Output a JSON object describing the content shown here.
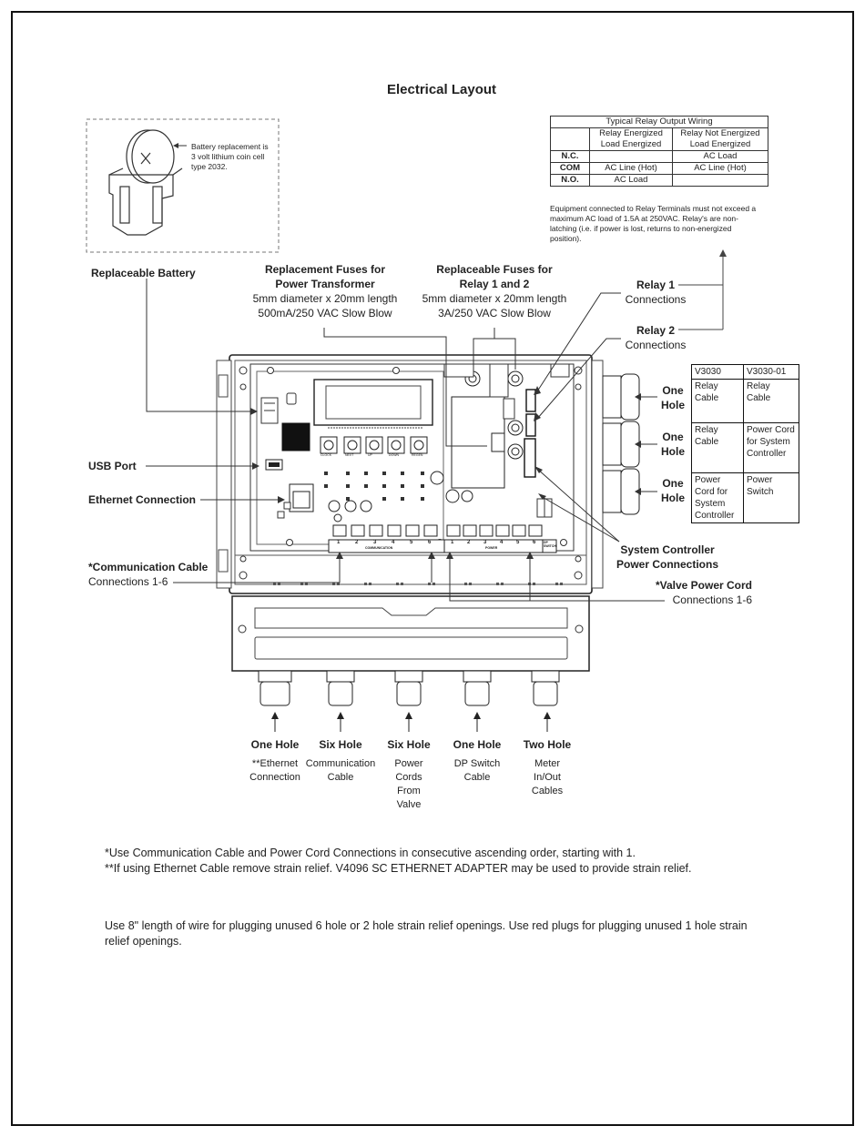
{
  "title": "Electrical Layout",
  "battery": {
    "note": "Battery replacement is 3 volt lithium coin cell type 2032.",
    "label": "Replaceable Battery"
  },
  "fuses_transformer": {
    "title1": "Replacement Fuses for",
    "title2": "Power Transformer",
    "line1": "5mm diameter x 20mm length",
    "line2": "500mA/250 VAC Slow Blow"
  },
  "fuses_relay": {
    "title1": "Replaceable Fuses for",
    "title2": "Relay 1 and 2",
    "line1": "5mm diameter x 20mm length",
    "line2": "3A/250 VAC Slow Blow"
  },
  "relay_table": {
    "title": "Typical Relay Output Wiring",
    "col1": "Relay Energized Load Energized",
    "col2": "Relay Not Energized Load Energized",
    "rows": [
      {
        "name": "N.C.",
        "a": "",
        "b": "AC Load"
      },
      {
        "name": "COM",
        "a": "AC Line (Hot)",
        "b": "AC Line (Hot)"
      },
      {
        "name": "N.O.",
        "a": "AC Load",
        "b": ""
      }
    ],
    "note": "Equipment connected to Relay Terminals must not exceed a maximum AC load of 1.5A at 250VAC. Relay's are non-latching (i.e. if power is lost, returns to non-energized position)."
  },
  "relay1": {
    "title": "Relay 1",
    "sub": "Connections"
  },
  "relay2": {
    "title": "Relay 2",
    "sub": "Connections"
  },
  "usb_port": "USB Port",
  "ethernet": "Ethernet Connection",
  "comm_cable": {
    "title": "*Communication Cable",
    "sub": "Connections 1-6"
  },
  "sys_ctrl": {
    "line1": "System Controller",
    "line2": "Power Connections"
  },
  "valve_power": {
    "title": "*Valve Power Cord",
    "sub": "Connections 1-6"
  },
  "one_hole_labels": {
    "l1": "One",
    "l2": "Hole"
  },
  "hole_table": {
    "h1": "V3030",
    "h2": "V3030-01",
    "r1a": "Relay Cable",
    "r1b": "Relay Cable",
    "r2a": "Relay Cable",
    "r2b": "Power Cord for System Controller",
    "r3a": "Power Cord for System Controller",
    "r3b": "Power Switch"
  },
  "bottom_ports": [
    {
      "title": "One Hole",
      "desc": "**Ethernet Connection"
    },
    {
      "title": "Six Hole",
      "desc": "Communication Cable"
    },
    {
      "title": "Six Hole",
      "desc": "Power Cords From Valve"
    },
    {
      "title": "One Hole",
      "desc": "DP Switch Cable"
    },
    {
      "title": "Two Hole",
      "desc": "Meter In/Out Cables"
    }
  ],
  "board_buttons": [
    "CLOCK",
    "NEXT",
    "UP",
    "DOWN",
    "REGEN"
  ],
  "terminal_numbers": [
    "1",
    "2",
    "3",
    "4",
    "5",
    "6"
  ],
  "terminal_labels": {
    "comm": "COMMUNICATION",
    "power": "POWER",
    "dp": "DP SWITCH"
  },
  "notes": {
    "n1": "*Use Communication Cable and Power Cord Connections in consecutive ascending order, starting with 1.",
    "n2": "**If using Ethernet Cable remove strain relief. V4096 SC ETHERNET ADAPTER may be used to provide strain relief.",
    "n3": "Use 8\" length of wire for plugging unused 6 hole or 2 hole strain relief openings. Use red plugs for plugging unused 1 hole strain relief openings."
  }
}
